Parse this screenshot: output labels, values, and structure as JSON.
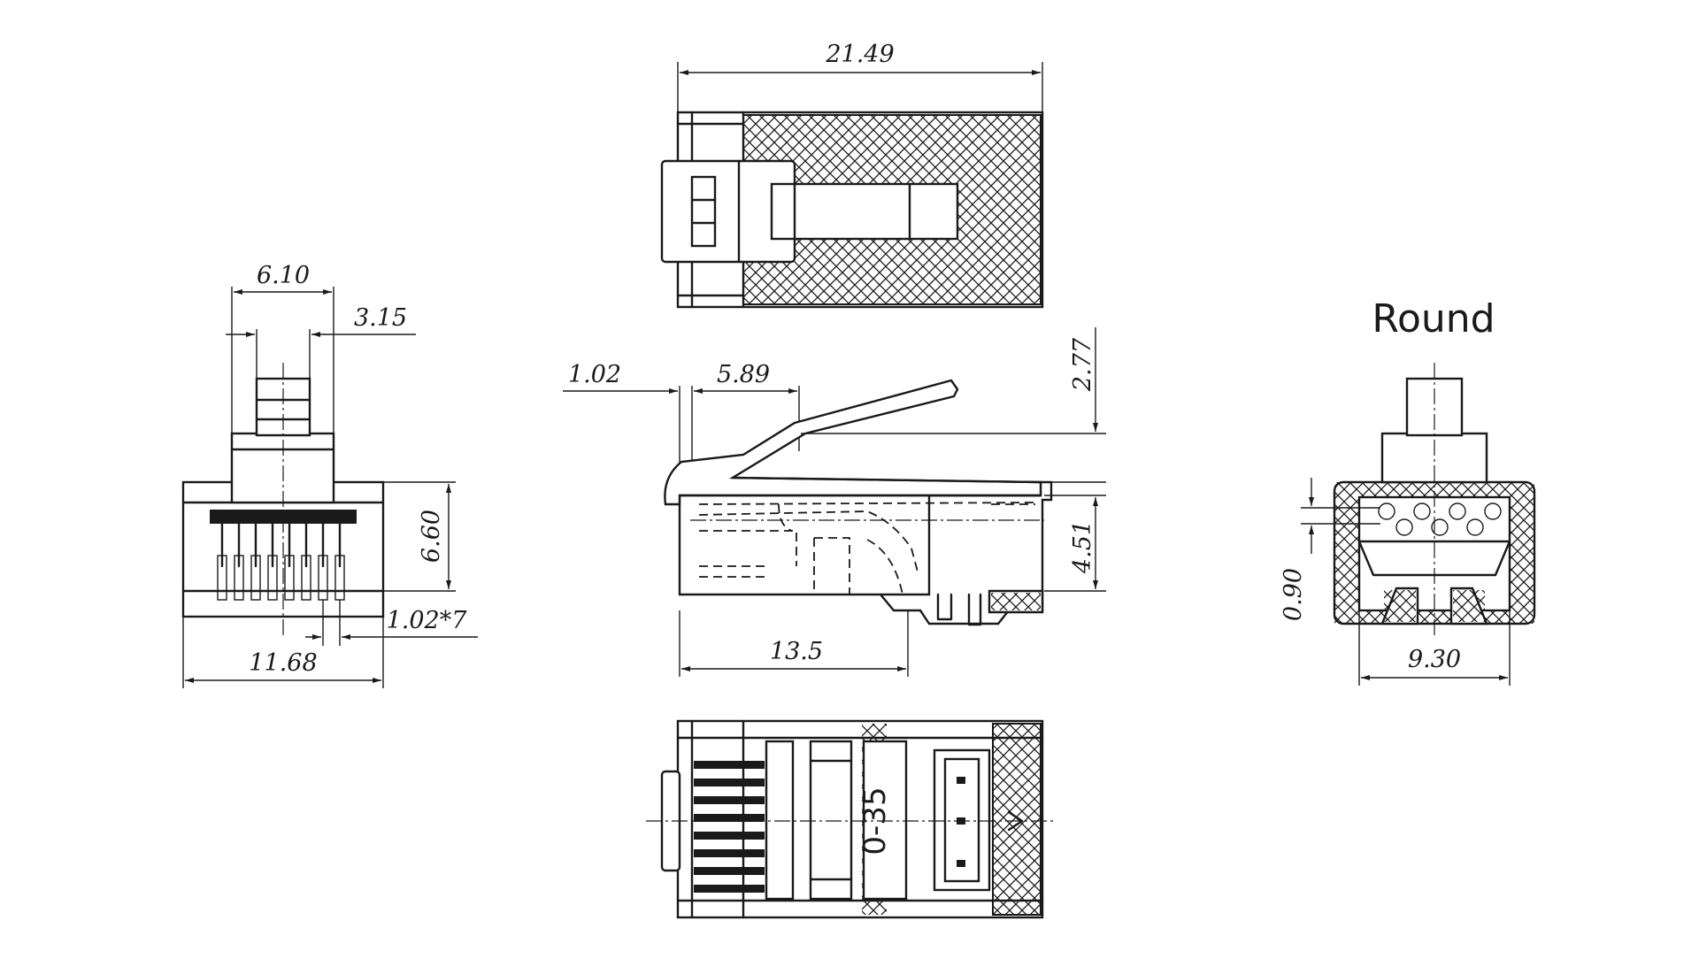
{
  "top_view": {
    "dim_length": "21.49"
  },
  "side_view": {
    "dim_front": "1.02",
    "dim_latch": "5.89",
    "dim_latch_height": "2.77",
    "dim_body_height": "4.51",
    "dim_contact_length": "13.5"
  },
  "front_view": {
    "dim_tab_width": "6.10",
    "dim_tab_inner": "3.15",
    "dim_height": "6.60",
    "dim_pitch": "1.02*7",
    "dim_width": "11.68"
  },
  "round_view": {
    "title": "Round",
    "dim_wire": "0.90",
    "dim_width": "9.30"
  },
  "bottom_view": {
    "marking": "0-35"
  }
}
